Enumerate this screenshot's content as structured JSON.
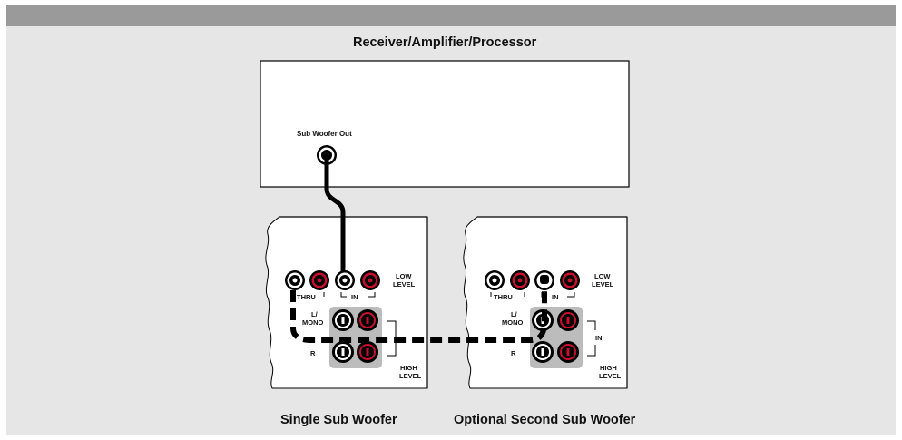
{
  "receiver": {
    "title": "Receiver/Amplifier/Processor",
    "output_label": "Sub Woofer Out"
  },
  "sub1": {
    "caption": "Single Sub Woofer",
    "thru_label": "THRU",
    "in_label": "IN",
    "low_level_label": [
      "LOW",
      "LEVEL"
    ],
    "l_mono_label": [
      "L/",
      "MONO"
    ],
    "r_label": "R",
    "high_level_label": [
      "HIGH",
      "LEVEL"
    ]
  },
  "sub2": {
    "caption": "Optional Second Sub Woofer",
    "thru_label": "THRU",
    "in_label": "IN",
    "low_level_label": [
      "LOW",
      "LEVEL"
    ],
    "l_mono_label": [
      "L/",
      "MONO"
    ],
    "r_label": "R",
    "in_high_label": "IN",
    "high_level_label": [
      "HIGH",
      "LEVEL"
    ]
  },
  "colors": {
    "panel_bg": "#e6e6e6",
    "header_bar": "#9a9a9a",
    "jack_red": "#c8102e",
    "cable": "#000000"
  },
  "icons": [
    "rca-jack-icon",
    "speaker-terminal-icon",
    "cable-icon"
  ]
}
